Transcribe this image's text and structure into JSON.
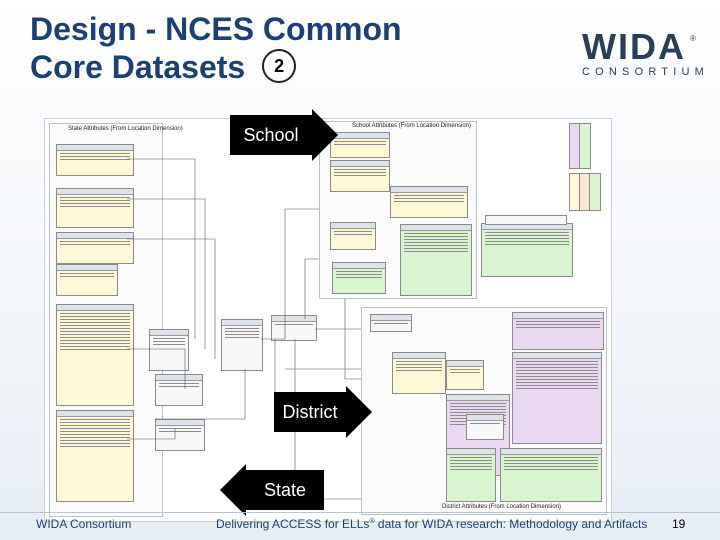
{
  "slide": {
    "title_line1": "Design - NCES Common",
    "title_line2": "Core Datasets",
    "badge": "2",
    "logo_word": "WIDA",
    "logo_sub": "CONSORTIUM",
    "logo_reg": "®"
  },
  "diagram": {
    "region_titles": {
      "state": "State Attributes (From Location Dimension)",
      "school": "School Attributes (From Location Dimension)",
      "district": "District Attributes (From Location Dimension)"
    }
  },
  "labels": {
    "school": "School",
    "district": "District",
    "state": "State"
  },
  "footer": {
    "left": "WIDA Consortium",
    "center_prefix": "Delivering ACCESS for ELLs",
    "center_sup": "®",
    "center_suffix": " data for WIDA research: Methodology and Artifacts",
    "page": "19"
  },
  "colors": {
    "title": "#1d3f78",
    "arrow": "#000000",
    "table_yellow": "#fdf9d6",
    "table_green": "#d9f5d0",
    "table_purple": "#ead8f3"
  }
}
